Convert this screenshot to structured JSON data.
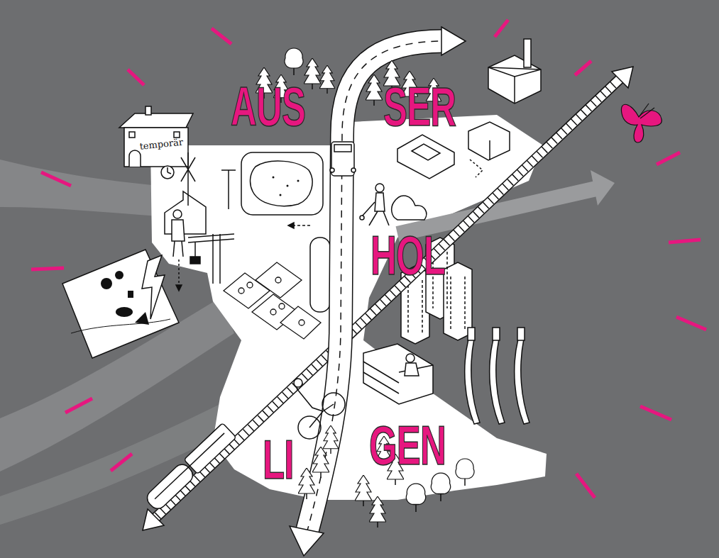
{
  "diagram": {
    "labels": [
      "AUS",
      "SER",
      "temporär",
      "HOL",
      "LI",
      "GEN"
    ]
  }
}
